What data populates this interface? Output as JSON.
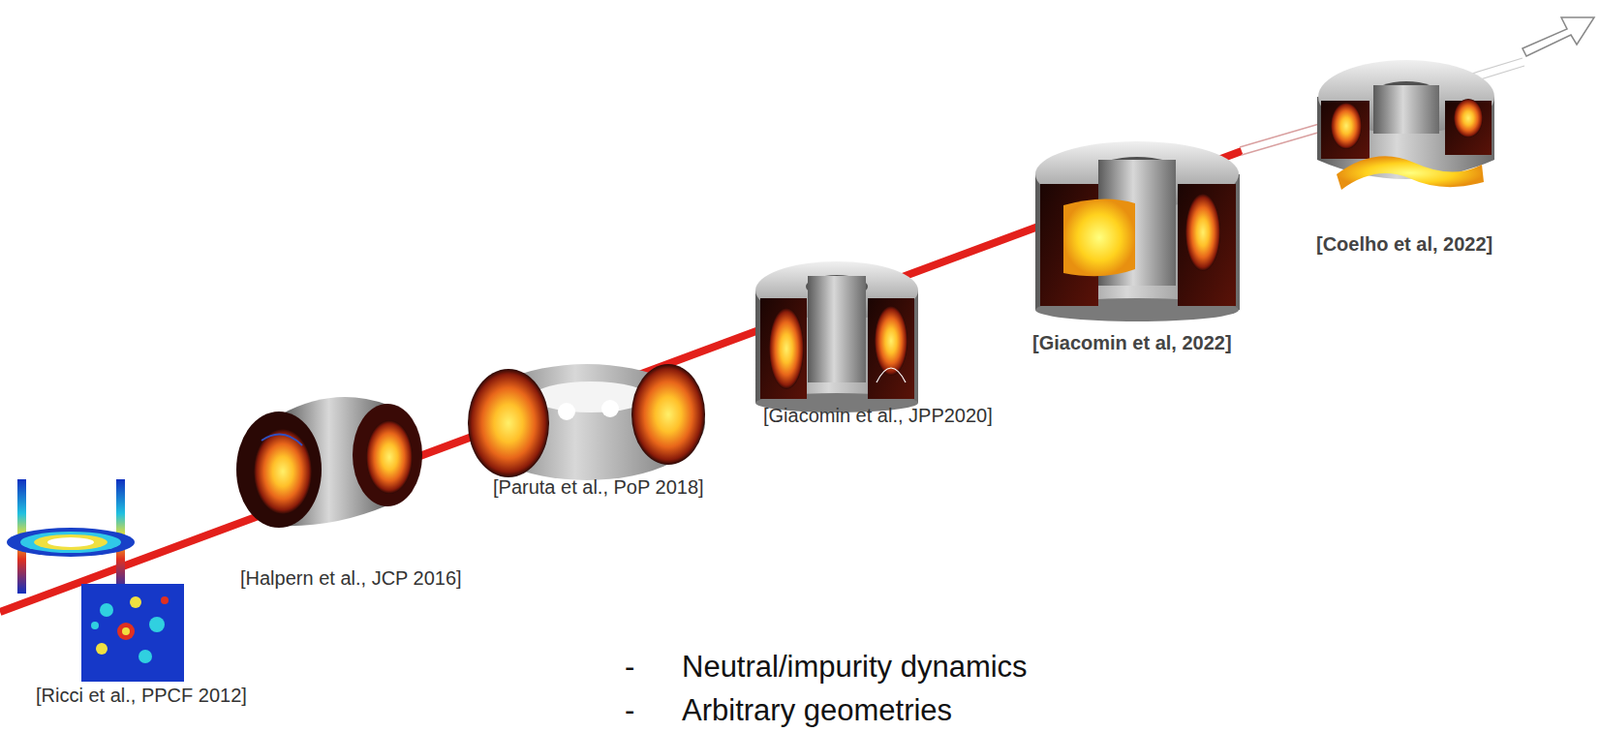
{
  "diagram": {
    "labels": [
      "[Ricci et al., PPCF 2012]",
      "[Halpern et al., JCP 2016]",
      "[Paruta et al., PoP 2018]",
      "[Giacomin et al., JPP2020]",
      "[Giacomin et al, 2022]",
      "[Coelho et al, 2022]",
      "-",
      "Neutral/impurity dynamics",
      "-",
      "Arbitrary geometries"
    ]
  }
}
